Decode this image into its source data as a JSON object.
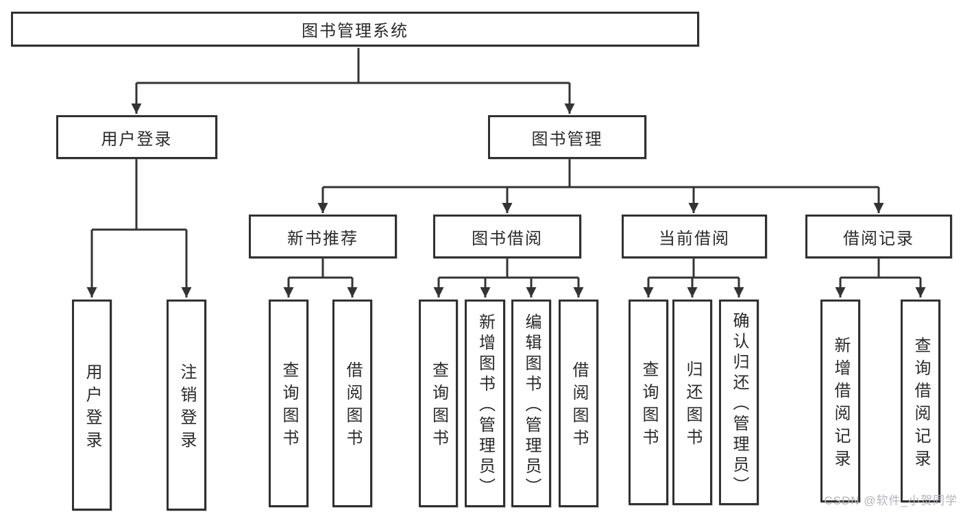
{
  "tree": {
    "root": {
      "label": "图书管理系统"
    },
    "user_login": {
      "label": "用户登录",
      "children": {
        "login": {
          "label": "用户登录"
        },
        "logout": {
          "label": "注销登录"
        }
      }
    },
    "book_management": {
      "label": "图书管理",
      "children": {
        "new_book": {
          "label": "新书推荐",
          "children": {
            "query": {
              "label": "查询图书"
            },
            "borrow": {
              "label": "借阅图书"
            }
          }
        },
        "book_borrow": {
          "label": "图书借阅",
          "children": {
            "query": {
              "label": "查询图书"
            },
            "add": {
              "label": "新增图书（管理员）"
            },
            "edit": {
              "label": "编辑图书（管理员）"
            },
            "borrow": {
              "label": "借阅图书"
            }
          }
        },
        "current_borrow": {
          "label": "当前借阅",
          "children": {
            "query": {
              "label": "查询图书"
            },
            "return": {
              "label": "归还图书"
            },
            "confirm": {
              "label": "确认归还（管理员）"
            }
          }
        },
        "borrow_record": {
          "label": "借阅记录",
          "children": {
            "add": {
              "label": "新增借阅记录"
            },
            "query": {
              "label": "查询借阅记录"
            }
          }
        }
      }
    }
  },
  "watermark": {
    "text": "CSDN @软件_小贺同学"
  },
  "colors": {
    "line": "#333333",
    "box_border": "#303030",
    "text": "#2a2a2a",
    "background": "#ffffff",
    "watermark": "#b3b2b9"
  }
}
